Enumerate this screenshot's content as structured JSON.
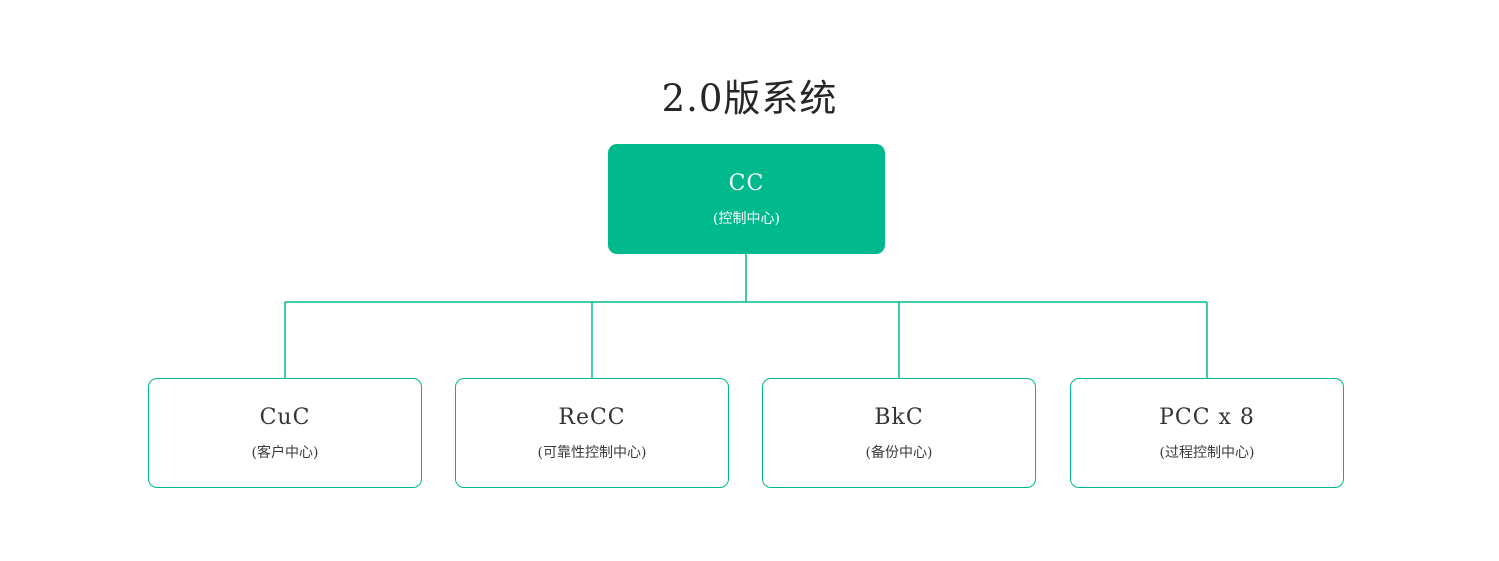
{
  "title": "2.0版系统",
  "colors": {
    "accent": "#00ba8d",
    "text_dark": "#333333",
    "root_text": "#ffffff",
    "background": "#ffffff"
  },
  "chart": {
    "root": {
      "label": "CC",
      "sublabel": "(控制中心)"
    },
    "children": [
      {
        "label": "CuC",
        "sublabel": "(客户中心)"
      },
      {
        "label": "ReCC",
        "sublabel": "(可靠性控制中心)"
      },
      {
        "label": "BkC",
        "sublabel": "(备份中心)"
      },
      {
        "label": "PCC x 8",
        "sublabel": "(过程控制中心)"
      }
    ]
  }
}
